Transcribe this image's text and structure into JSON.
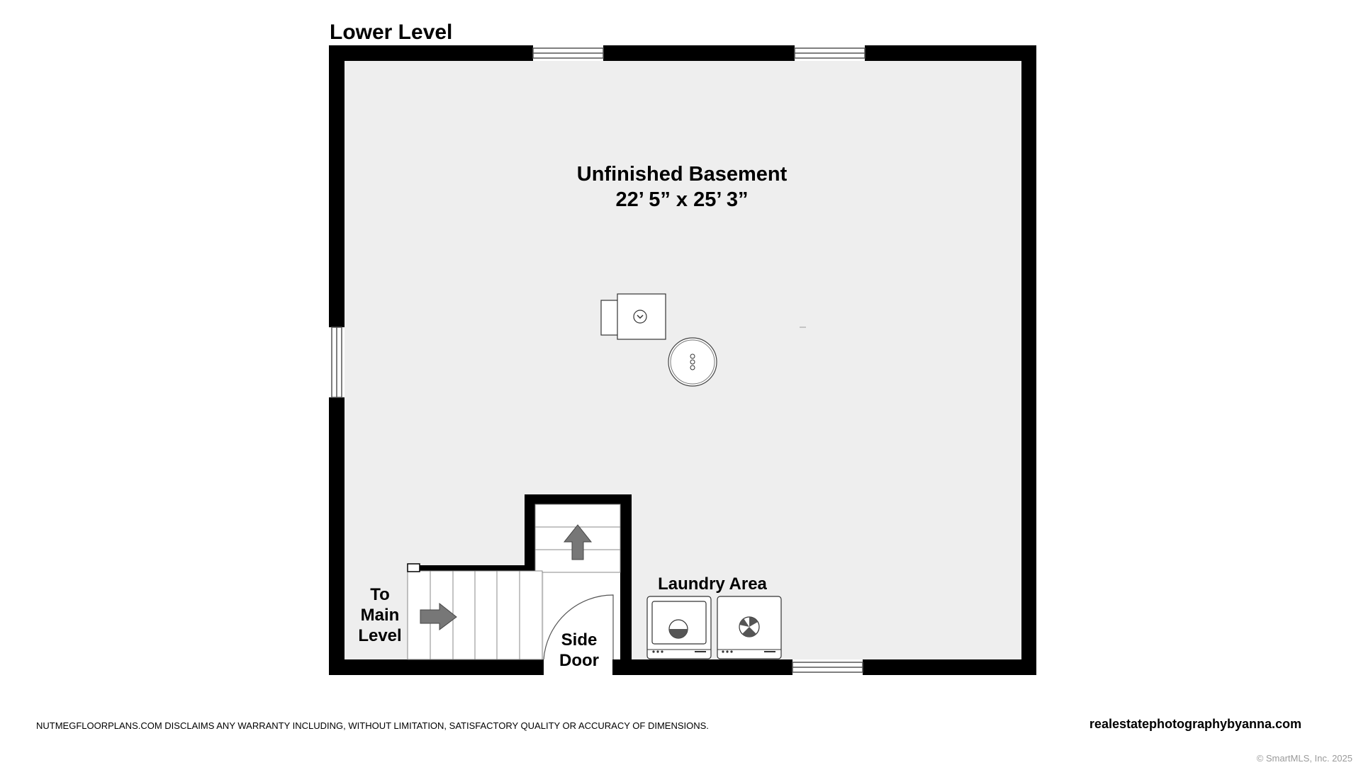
{
  "plan": {
    "level_title": "Lower Level",
    "room_name": "Unfinished Basement",
    "room_dimensions": "22’ 5” x 25’ 3”",
    "stairs_label_line1": "To",
    "stairs_label_line2": "Main",
    "stairs_label_line3": "Level",
    "door_label_line1": "Side",
    "door_label_line2": "Door",
    "laundry_label": "Laundry Area"
  },
  "footer": {
    "disclaimer": "NUTMEGFLOORPLANS.COM DISCLAIMS ANY WARRANTY INCLUDING, WITHOUT LIMITATION, SATISFACTORY QUALITY OR ACCURACY OF DIMENSIONS.",
    "website": "realestatephotographybyanna.com",
    "copyright": "© SmartMLS, Inc.  2025"
  },
  "colors": {
    "wall": "#000000",
    "floor": "#eeeeee",
    "fixture": "#ffffff",
    "arrow": "#777777"
  },
  "icons": [
    "stairs-arrow-icon",
    "washer-icon",
    "dryer-icon",
    "water-heater-icon",
    "furnace-icon"
  ]
}
